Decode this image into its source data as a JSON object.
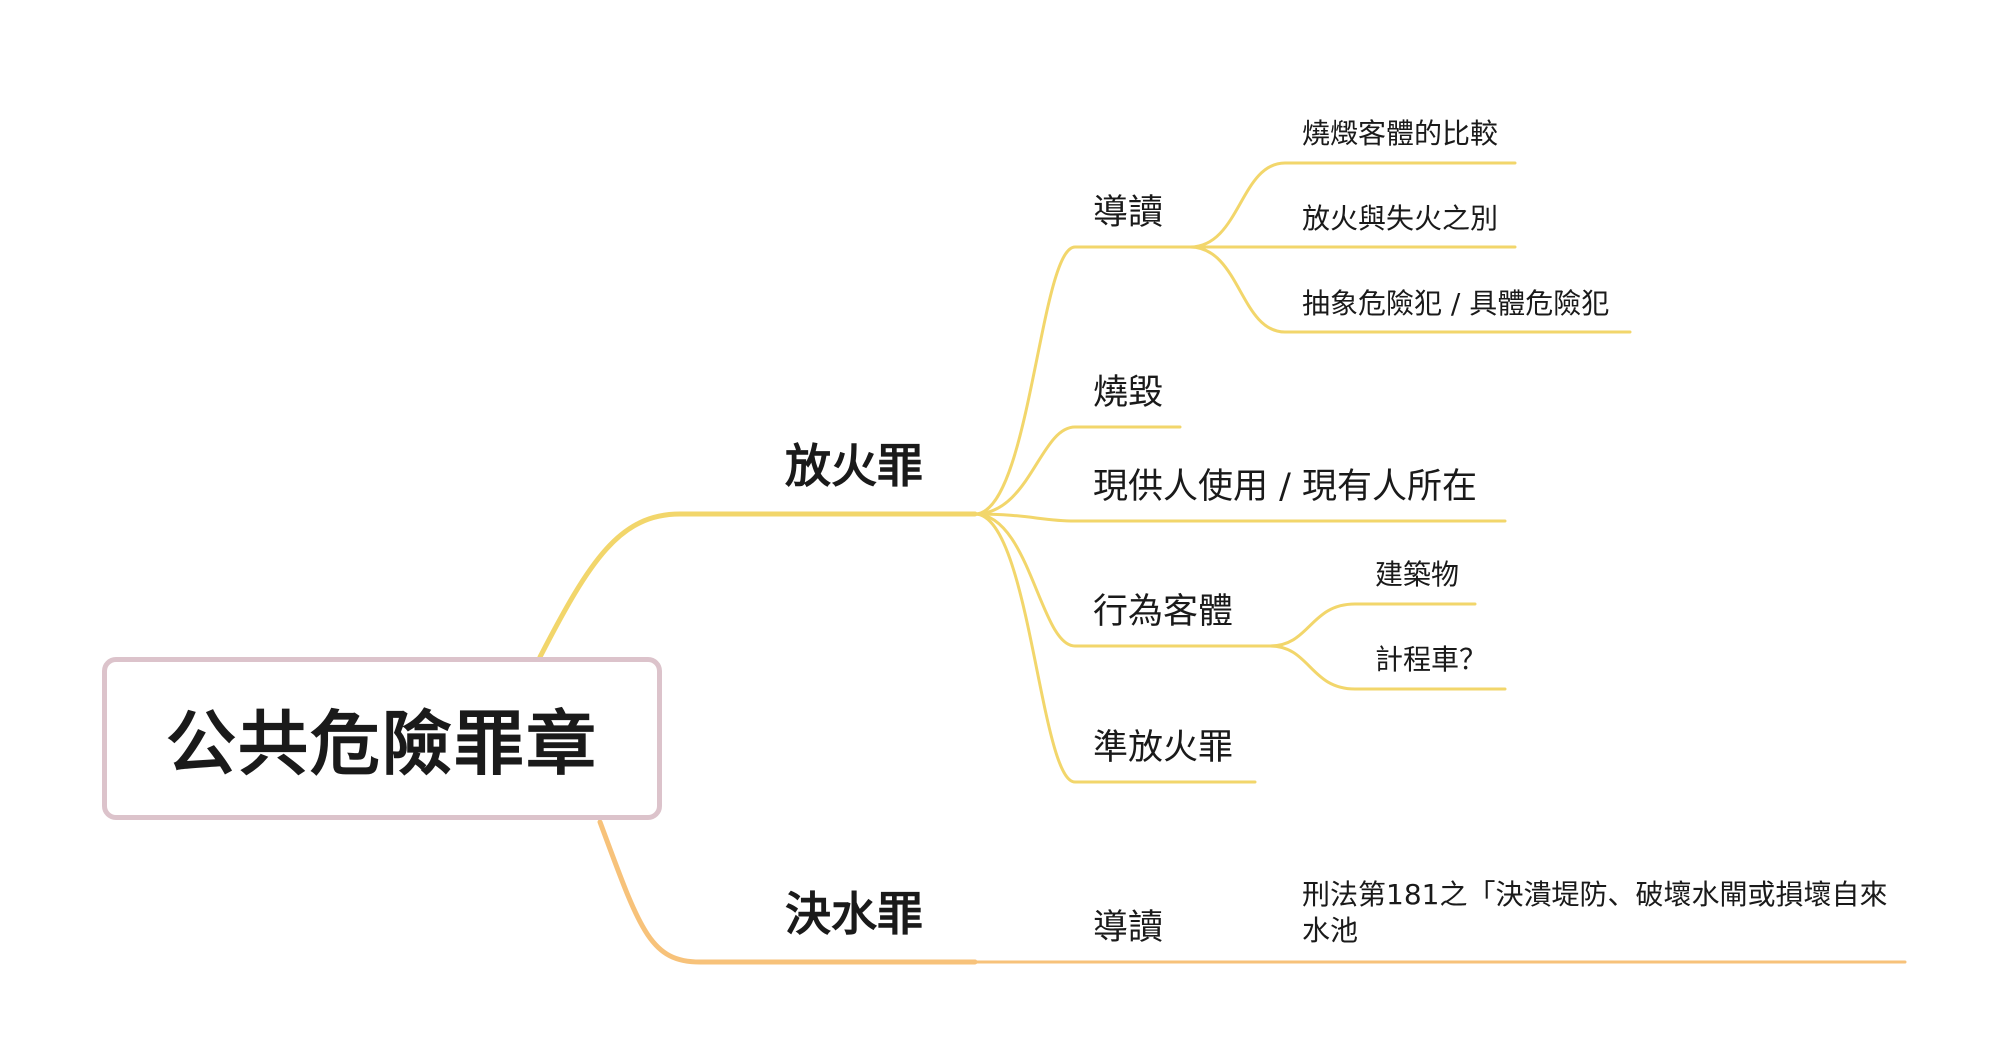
{
  "mindmap": {
    "root": "公共危險罪章",
    "branches": [
      {
        "label": "放火罪",
        "color": "#f2d66b",
        "children": [
          {
            "label": "導讀",
            "children": [
              "燒燬客體的比較",
              "放火與失火之別",
              "抽象危險犯 / 具體危險犯"
            ]
          },
          {
            "label": "燒毀"
          },
          {
            "label": "現供人使用 / 現有人所在"
          },
          {
            "label": "行為客體",
            "children": [
              "建築物",
              "計程車？"
            ]
          },
          {
            "label": "準放火罪"
          }
        ]
      },
      {
        "label": "決水罪",
        "color": "#f7c27a",
        "children": [
          {
            "label": "導讀",
            "note": "刑法第181之「決潰堤防、破壞水閘或損壞自來水池"
          }
        ]
      }
    ]
  }
}
